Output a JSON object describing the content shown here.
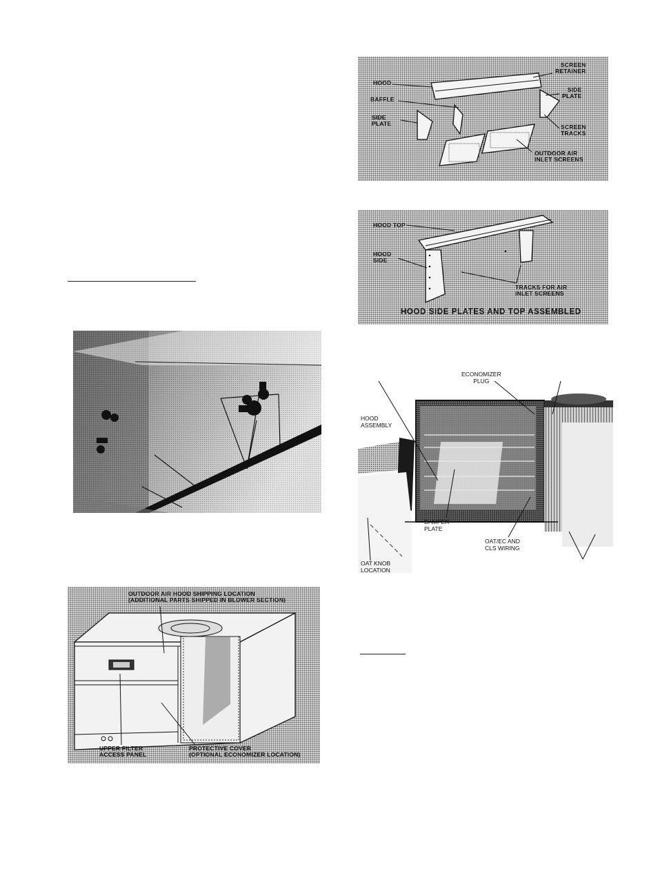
{
  "fig_hood_parts": {
    "hood": "HOOD",
    "screen_retainer": [
      "SCREEN",
      "RETAINER"
    ],
    "baffle": "BAFFLE",
    "side_plate_left": [
      "SIDE",
      "PLATE"
    ],
    "side_plate_right": [
      "SIDE",
      "PLATE"
    ],
    "screen_tracks": [
      "SCREEN",
      "TRACKS"
    ],
    "inlet_screens": [
      "OUTDOOR AIR",
      "INLET SCREENS"
    ]
  },
  "fig_hood_assembled": {
    "hood_top": "HOOD TOP",
    "hood_side": [
      "HOOD",
      "SIDE"
    ],
    "tracks": [
      "TRACKS FOR AIR",
      "INLET SCREENS"
    ],
    "caption": "HOOD SIDE PLATES AND TOP ASSEMBLED"
  },
  "fig_economizer": {
    "economizer_plug": [
      "ECONOMIZER",
      "PLUG"
    ],
    "hood_assembly": [
      "HOOD",
      "ASSEMBLY"
    ],
    "damper_plate": [
      "DAMPER",
      "PLATE"
    ],
    "wiring": [
      "OAT/EC AND",
      "CLS WIRING"
    ],
    "oat_knob": [
      "OAT KNOB",
      "LOCATION"
    ]
  },
  "fig_shipping": {
    "hood_shipping": [
      "OUTDOOR AIR HOOD SHIPPING LOCATION",
      "(ADDITIONAL PARTS SHIPPED IN BLOWER SECTION)"
    ],
    "upper_filter": [
      "UPPER FILTER",
      "ACCESS PANEL"
    ],
    "protective_cover": [
      "PROTECTIVE COVER",
      "(OPTIONAL ECONOMIZER LOCATION)"
    ]
  },
  "colors": {
    "ink": "#111111",
    "halftone": "#d4d4d4"
  }
}
